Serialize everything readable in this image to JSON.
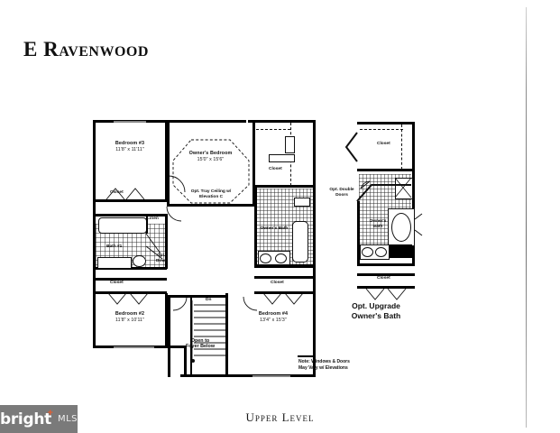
{
  "document": {
    "title": "E Ravenwood",
    "level_caption": "Upper Level"
  },
  "watermark": {
    "brand": "bright",
    "mark": "+",
    "suffix": "MLS"
  },
  "main_plan": {
    "rooms": [
      {
        "id": "bedroom3",
        "name": "Bedroom #3",
        "dimensions": "11'8\" x 11'11\""
      },
      {
        "id": "owners_bedroom",
        "name": "Owner's Bedroom",
        "dimensions": "15'0\" x 15'6\""
      },
      {
        "id": "bedroom2",
        "name": "Bedroom #2",
        "dimensions": "11'8\" x 10'11\""
      },
      {
        "id": "bedroom4",
        "name": "Bedroom #4",
        "dimensions": "13'4\" x 15'3\""
      }
    ],
    "annotations": {
      "tray_ceiling_line1": "Opt. Tray Ceiling w/",
      "tray_ceiling_line2": "Elevation C",
      "open_to_foyer_line1": "Open to",
      "open_to_foyer_line2": "Foyer Below",
      "stairs_direction": "Dn",
      "opt_bowl_line1": "Opt.",
      "opt_bowl_line2": "Bowl",
      "note_line1": "Note: Windows & Doors",
      "note_line2": "May Vary w/ Elevations"
    },
    "small_rooms": {
      "closet_bedroom3": "Closet",
      "linen": "Linen",
      "bath1": "Bath #1",
      "closet_bedroom2": "Closet",
      "closet_owners": "Closet",
      "owners_bath": "Owner's Bath",
      "closet_bedroom4": "Closet"
    }
  },
  "alt_plan": {
    "caption_line1": "Opt. Upgrade",
    "caption_line2": "Owner's Bath",
    "labels": {
      "closet_top": "Closet",
      "owners_bath_line1": "Owner's",
      "owners_bath_line2": "Bath",
      "closet_bottom": "Closet",
      "opt_double_doors_line1": "Opt. Double",
      "opt_double_doors_line2": "Doors"
    }
  },
  "colors": {
    "background": "#ffffff",
    "ink": "#000000",
    "watermark_bg": "#7a7a7a",
    "watermark_accent": "#ef5a2a"
  }
}
